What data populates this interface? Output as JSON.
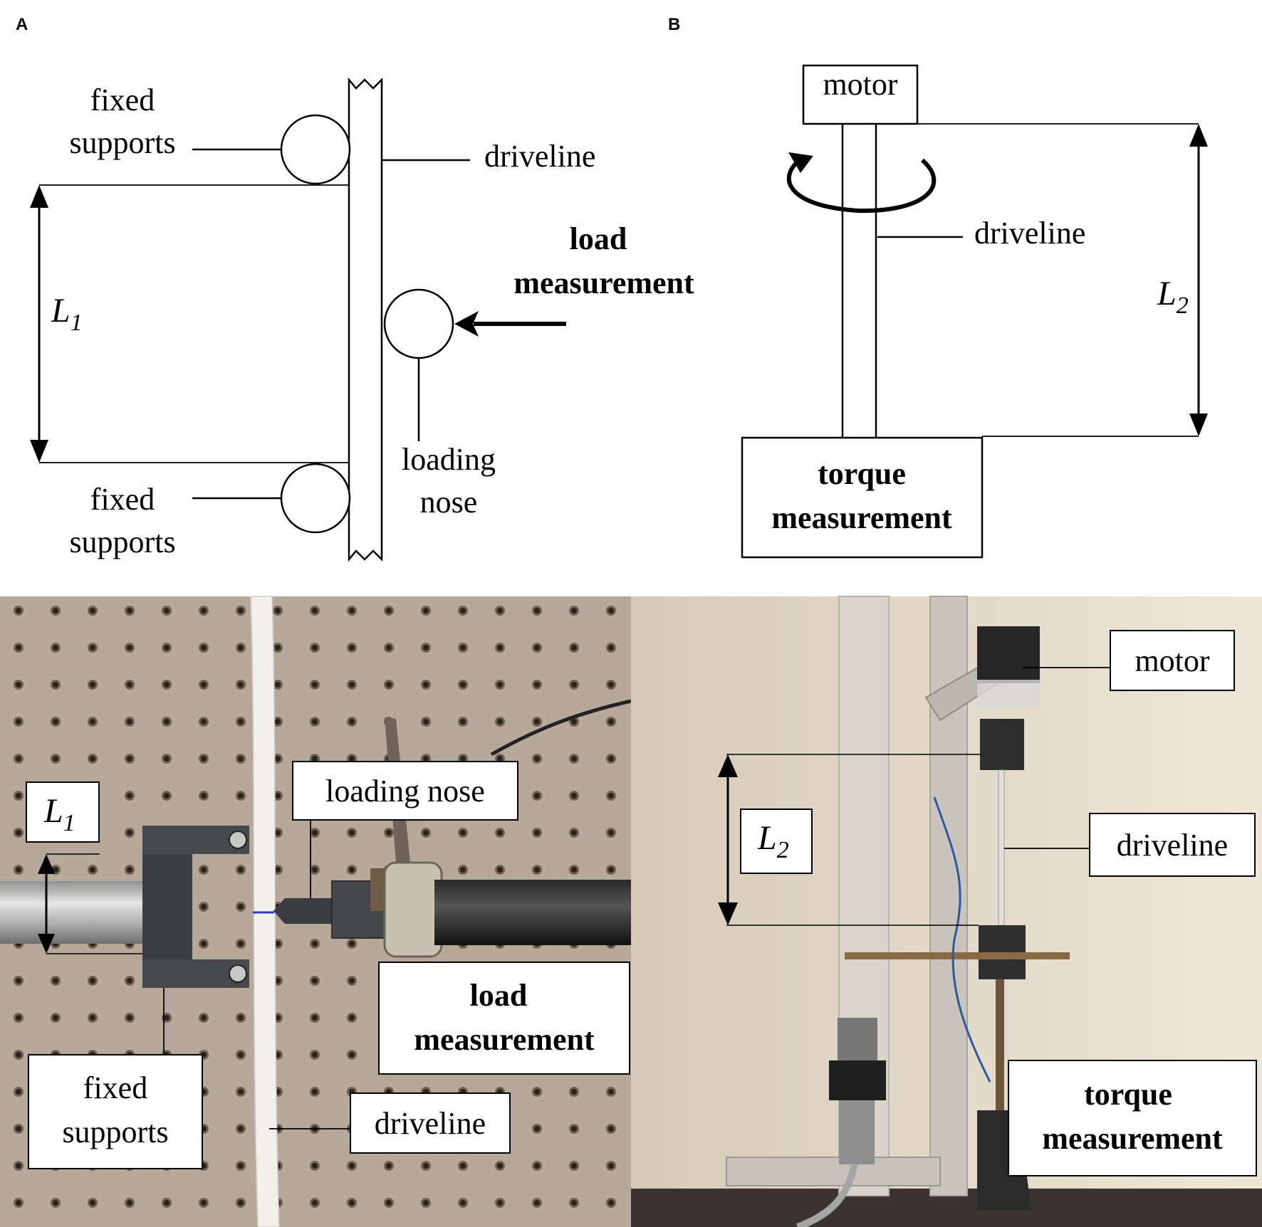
{
  "panel_a": {
    "tag": "A",
    "fixed_supports_top": [
      "fixed",
      "supports"
    ],
    "fixed_supports_bottom": [
      "fixed",
      "supports"
    ],
    "driveline": "driveline",
    "load_measurement": [
      "load",
      "measurement"
    ],
    "loading_nose": [
      "loading",
      "nose"
    ],
    "span_symbol": "L",
    "span_subscript": "1"
  },
  "panel_b": {
    "tag": "B",
    "motor": "motor",
    "driveline": "driveline",
    "torque_measurement": [
      "torque",
      "measurement"
    ],
    "span_symbol": "L",
    "span_subscript": "2"
  },
  "photo_a": {
    "span_symbol": "L",
    "span_subscript": "1",
    "loading_nose": "loading nose",
    "load_measurement": [
      "load",
      "measurement"
    ],
    "fixed_supports": [
      "fixed",
      "supports"
    ],
    "driveline": "driveline"
  },
  "photo_b": {
    "motor": "motor",
    "driveline": "driveline",
    "span_symbol": "L",
    "span_subscript": "2",
    "torque_measurement": [
      "torque",
      "measurement"
    ]
  }
}
